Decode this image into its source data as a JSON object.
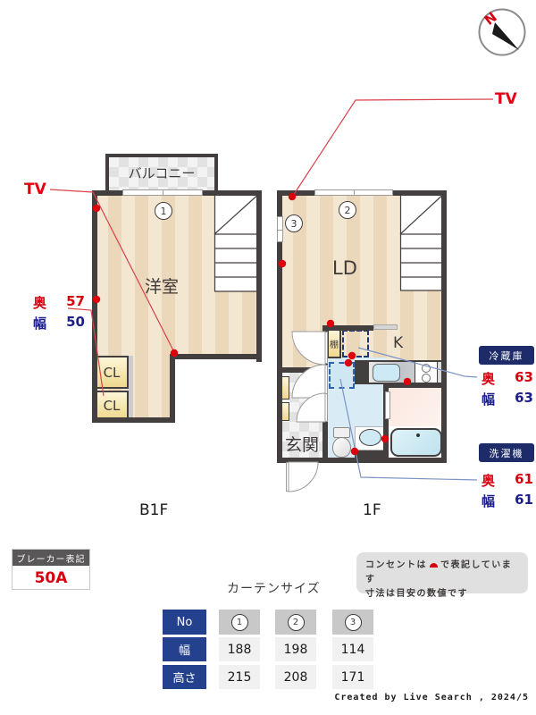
{
  "compass": {
    "n": "N"
  },
  "plans": {
    "b1f": {
      "floor_label": "B1F",
      "balcony": "バルコニー",
      "room": "洋室",
      "closet1": "CL",
      "closet2": "CL",
      "marker1": "1"
    },
    "f1": {
      "floor_label": "1F",
      "ld": "LD",
      "kitchen": "K",
      "shelf": "棚",
      "entrance": "玄関",
      "marker2": "2",
      "marker3": "3"
    }
  },
  "annotations": {
    "tv_left": "TV",
    "tv_right": "TV",
    "closet_measure": {
      "depth_label": "奥",
      "depth_value": "57",
      "width_label": "幅",
      "width_value": "50"
    },
    "fridge": {
      "title": "冷蔵庫",
      "depth_label": "奥",
      "depth_value": "63",
      "width_label": "幅",
      "width_value": "63"
    },
    "washer": {
      "title": "洗濯機",
      "depth_label": "奥",
      "depth_value": "61",
      "width_label": "幅",
      "width_value": "61"
    }
  },
  "breaker": {
    "title": "ブレーカー表記",
    "value": "50A"
  },
  "note": {
    "line1_before": "コンセントは",
    "line1_after": "で表記しています",
    "line2": "寸法は目安の数値です"
  },
  "curtain_table": {
    "title": "カーテンサイズ",
    "row_headers": [
      "No",
      "幅",
      "高さ"
    ],
    "columns": [
      {
        "no": "1",
        "width": "188",
        "height": "215"
      },
      {
        "no": "2",
        "width": "198",
        "height": "208"
      },
      {
        "no": "3",
        "width": "114",
        "height": "171"
      }
    ]
  },
  "credit": "Created by Live Search , 2024/5",
  "colors": {
    "accent_red": "#d7000f",
    "navy_badge": "#1d2b69",
    "blue_text": "#1d2088",
    "wall": "#433f3f"
  }
}
